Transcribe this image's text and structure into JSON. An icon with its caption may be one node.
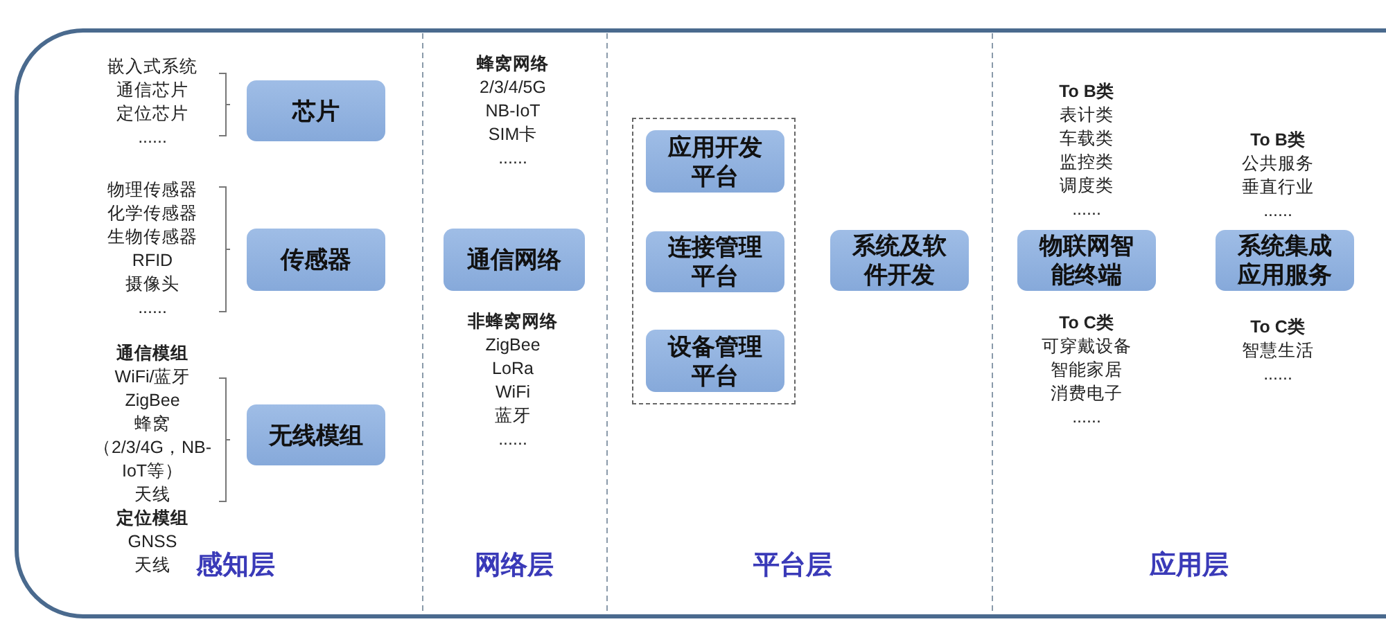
{
  "diagram": {
    "nodes": [
      {
        "text": [
          "芯片"
        ],
        "beside": [
          "嵌入式系统",
          "通信芯片",
          "定位芯片",
          "......"
        ]
      },
      {
        "text": [
          "传感器"
        ],
        "beside": [
          "物理传感器",
          "化学传感器",
          "生物传感器",
          "RFID",
          "摄像头",
          "......"
        ]
      },
      {
        "text": [
          "无线模组"
        ],
        "beside": [
          "通信模组",
          "WiFi/蓝牙",
          "ZigBee",
          "蜂窝（2/3/4G，NB-IoT等）",
          "天线",
          "定位模组",
          "GNSS",
          "天线"
        ]
      },
      {
        "text": [
          "通信网络"
        ],
        "beside": [
          "蜂窝网络",
          "2/3/4/5G",
          "NB-IoT",
          "SIM卡",
          "......",
          "非蜂窝网络",
          "ZigBee",
          "LoRa",
          "WiFi",
          "蓝牙",
          "......"
        ]
      },
      {
        "text": [],
        "shape": "box"
      },
      {
        "text": [
          "应用开发平台"
        ],
        "in": 4
      },
      {
        "text": [
          "连接管理平台"
        ],
        "in": 4
      },
      {
        "text": [
          "设备管理平台"
        ],
        "in": 4
      },
      {
        "text": [
          "系统及软件开发"
        ]
      },
      {
        "text": [
          "物联网智能终端"
        ],
        "beside": [
          "To B类",
          "表计类",
          "车载类",
          "监控类",
          "调度类",
          "......",
          "To C类",
          "可穿戴设备",
          "智能家居",
          "消费电子",
          "......"
        ]
      },
      {
        "text": [
          "系统集成应用服务"
        ],
        "beside": [
          "To B类",
          "公共服务",
          "垂直行业",
          "......",
          "To C类",
          "智慧生活",
          "......"
        ]
      }
    ],
    "labels": [
      "感知层",
      "网络层",
      "平台层",
      "应用层"
    ]
  }
}
